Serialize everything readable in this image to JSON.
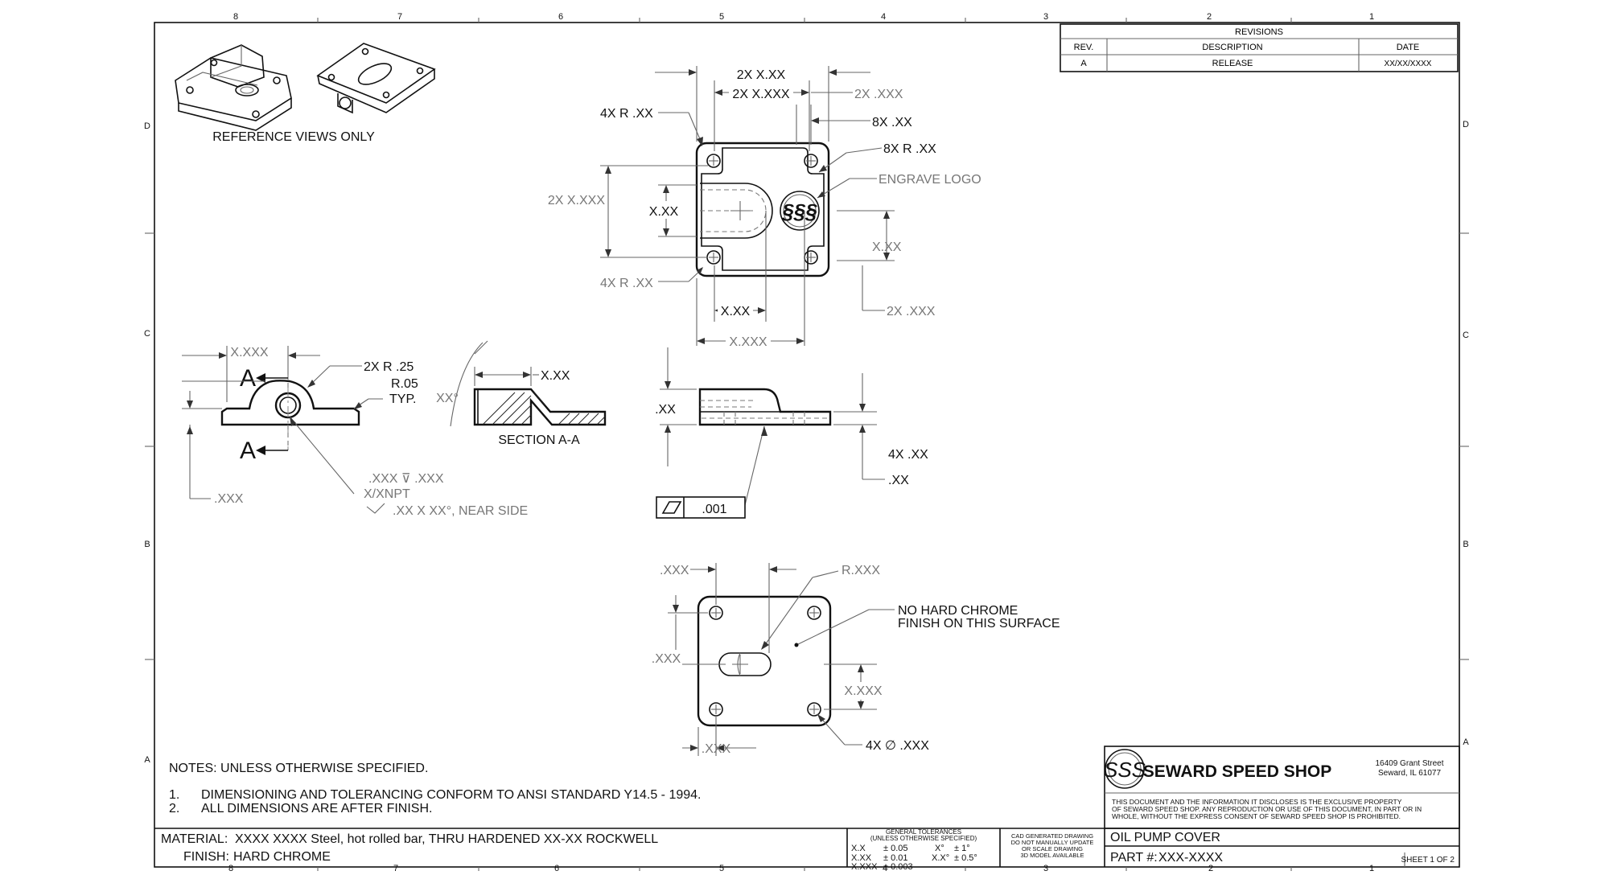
{
  "zones": {
    "top": [
      "8",
      "7",
      "6",
      "5",
      "4",
      "3",
      "2",
      "1"
    ],
    "bottom": [
      "8",
      "7",
      "6",
      "5",
      "4",
      "3",
      "2",
      "1"
    ],
    "left": [
      "D",
      "C",
      "B",
      "A"
    ],
    "right": [
      "D",
      "C",
      "B",
      "A"
    ]
  },
  "revisions": {
    "title": "REVISIONS",
    "headers": [
      "REV.",
      "DESCRIPTION",
      "DATE"
    ],
    "rows": [
      [
        "A",
        "RELEASE",
        "XX/XX/XXXX"
      ]
    ]
  },
  "reference_views_label": "REFERENCE VIEWS ONLY",
  "top_view": {
    "dims": {
      "width_outer": "2X X.XX",
      "width_inner": "2X X.XXX",
      "edge_right": "2X .XXX",
      "r_corner": "4X R .XX",
      "edge_8x": "8X .XX",
      "r_8x": "8X R .XX",
      "engrave": "ENGRAVE LOGO",
      "height_left": "2X X.XXX",
      "slot_h": "X.XX",
      "r_corner_low": "4X R .XX",
      "right_h": "X.XX",
      "bottom_w": "X.XX",
      "bottom_right": "2X .XXX",
      "bottom_total": "X.XXX"
    }
  },
  "side_view": {
    "dims": {
      "top_w": "X.XXX",
      "radius": "2X R .25",
      "fillet": "R.05",
      "typ": "TYP.",
      "height": ".XXX",
      "hole_depth": ".XXX ⊽ .XXX",
      "thread": "X/XNPT",
      "counter": ".XX X XX°, NEAR SIDE"
    },
    "section_marker": "A"
  },
  "section_view": {
    "label": "SECTION A-A",
    "dims": {
      "angle": "XX°",
      "width": "X.XX"
    }
  },
  "front_view": {
    "dims": {
      "height": ".XX",
      "feature": "4X .XX",
      "thickness": ".XX"
    },
    "flatness": ".001"
  },
  "bottom_view": {
    "dims": {
      "left_edge": ".XXX",
      "radius": "R.XXX",
      "slot_pos": ".XXX",
      "right_h": "X.XXX",
      "bottom_edge": ".XXX",
      "holes": "4X ∅ .XXX"
    },
    "note_line1": "NO HARD CHROME",
    "note_line2": "FINISH ON THIS SURFACE"
  },
  "notes": {
    "title": "NOTES: UNLESS OTHERWISE SPECIFIED.",
    "items": [
      {
        "num": "1.",
        "text": "DIMENSIONING AND TOLERANCING CONFORM TO ANSI STANDARD Y14.5 - 1994."
      },
      {
        "num": "2.",
        "text": "ALL DIMENSIONS ARE AFTER FINISH."
      }
    ]
  },
  "company": {
    "logo": "SSS",
    "name": "SEWARD SPEED SHOP",
    "address1": "16409 Grant Street",
    "address2": "Seward, IL 61077",
    "disclaimer": [
      "THIS DOCUMENT AND THE INFORMATION IT DISCLOSES IS THE EXCLUSIVE PROPERTY",
      "OF SEWARD SPEED SHOP. ANY REPRODUCTION OR USE OF THIS DOCUMENT, IN PART OR IN",
      "WHOLE, WITHOUT THE EXPRESS CONSENT OF SEWARD SPEED SHOP IS PROHIBITED."
    ]
  },
  "title_block": {
    "material_label": "MATERIAL:",
    "material_value": "XXXX XXXX Steel, hot rolled bar, THRU HARDENED XX-XX ROCKWELL",
    "finish_label": "FINISH:",
    "finish_value": "HARD CHROME",
    "tolerance_title1": "GENERAL TOLERANCES",
    "tolerance_title2": "(UNLESS OTHERWISE SPECIFIED)",
    "tolerances": [
      [
        "X.X",
        "± 0.05",
        "X°",
        "± 1°"
      ],
      [
        "X.XX",
        "± 0.01",
        "X.X°",
        "± 0.5°"
      ],
      [
        "X.XXX",
        "± 0.003",
        "",
        ""
      ]
    ],
    "cad_note": [
      "CAD GENERATED DRAWING",
      "DO NOT MANUALLY UPDATE",
      "OR SCALE DRAWING",
      "3D MODEL AVAILABLE"
    ],
    "part_name": "OIL PUMP COVER",
    "part_number_label": "PART #:",
    "part_number": "XXX-XXXX",
    "sheet": "SHEET 1 OF 2"
  }
}
